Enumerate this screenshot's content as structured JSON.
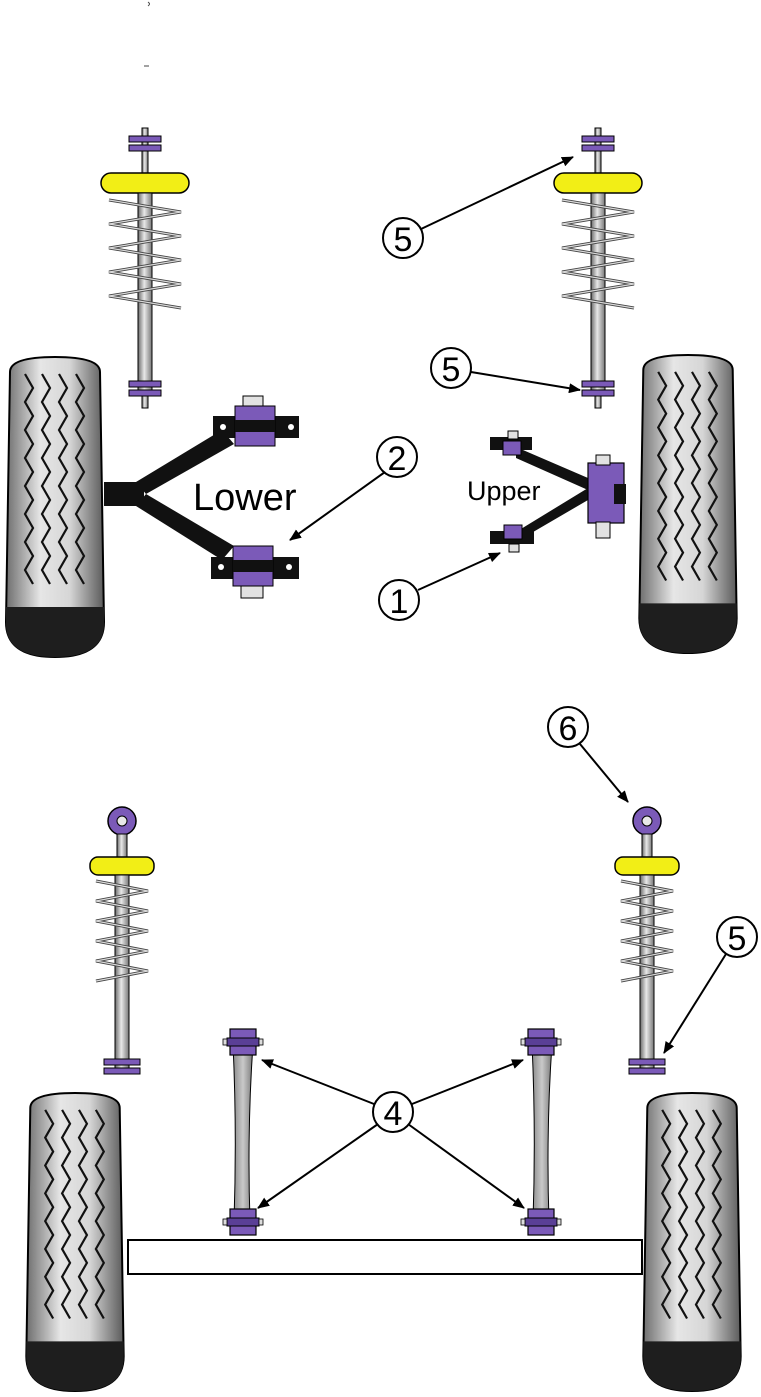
{
  "labels": {
    "lower": "Lower",
    "upper": "Upper"
  },
  "callouts": {
    "c1": "1",
    "c2": "2",
    "c4": "4",
    "c5_top": "5",
    "c5_mid": "5",
    "c5_rear": "5",
    "c6": "6"
  },
  "colors": {
    "bush_purple": "#7b5ab8",
    "bush_purple_light": "#a58be0",
    "spring_cap_yellow": "#f2ee16",
    "arm_black": "#111111",
    "tyre_grey": "#d2d2d2",
    "tyre_dark": "#1e1e1e",
    "rod_grey": "#9a9a9a"
  },
  "icons": {
    "wheel": "tyre-icon",
    "shock": "coilover-icon",
    "bush": "bush-icon"
  }
}
